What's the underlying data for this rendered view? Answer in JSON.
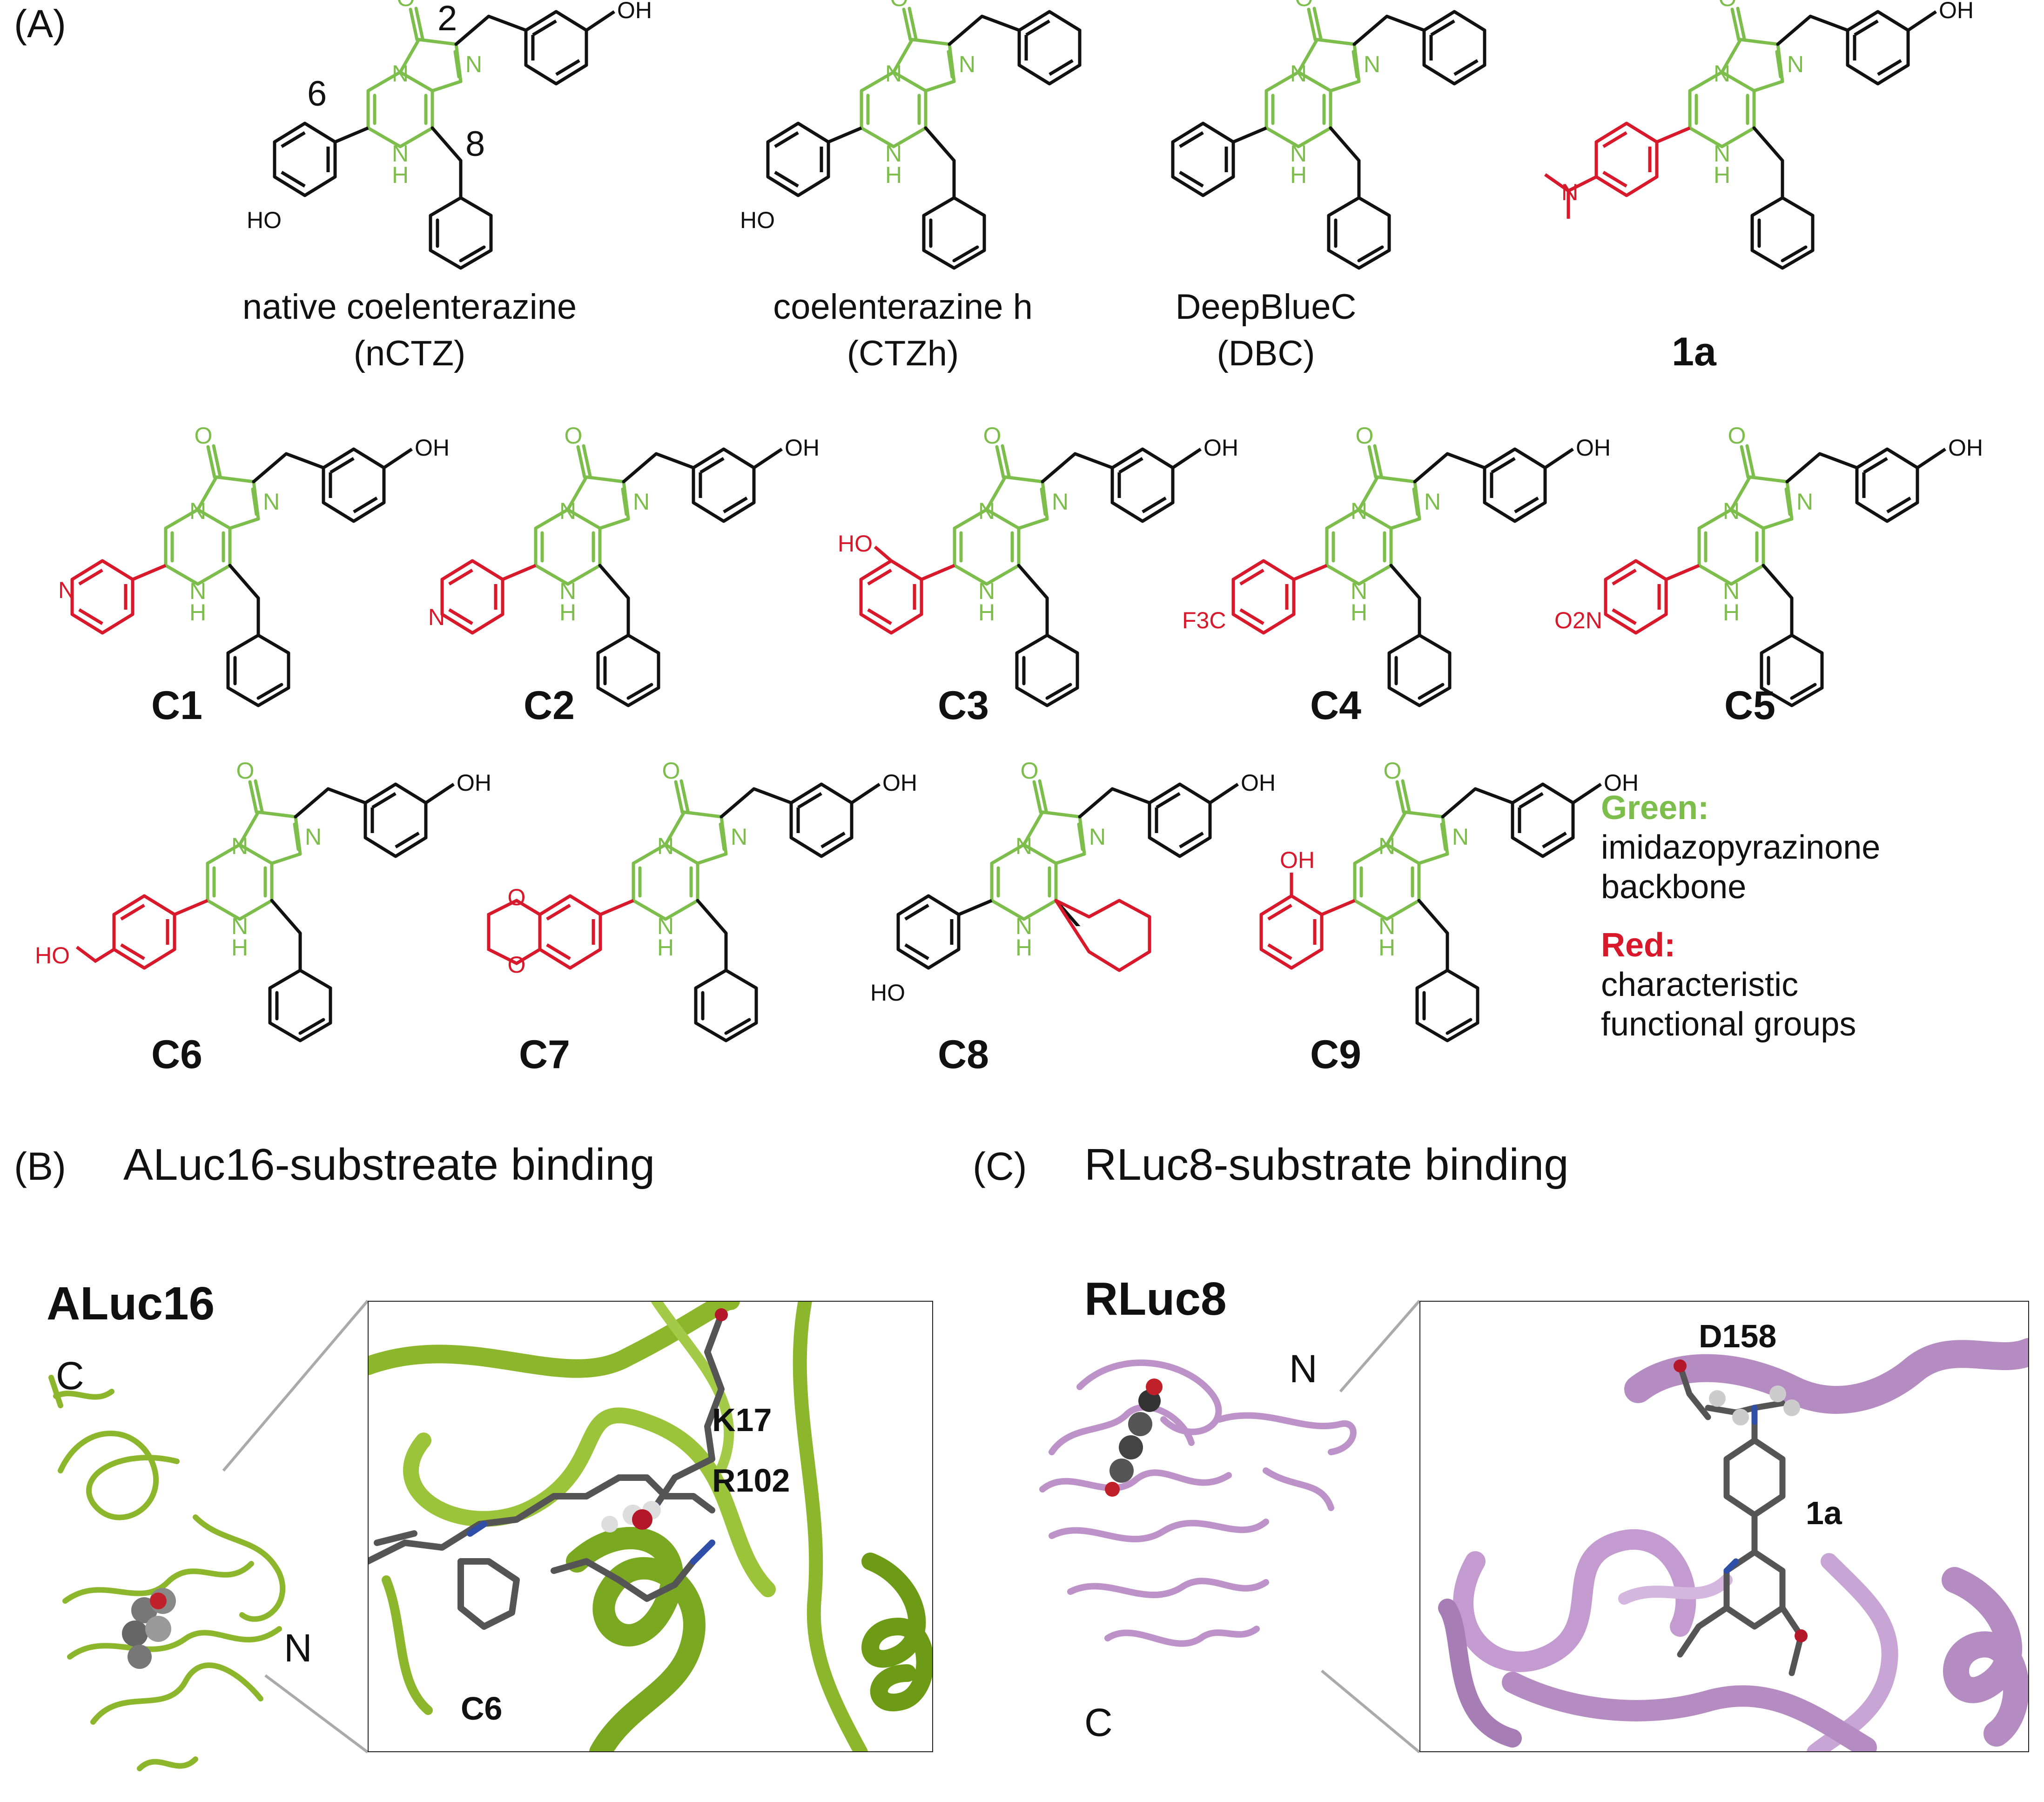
{
  "panel_a": {
    "label": "(A)",
    "position_labels": [
      "2",
      "6",
      "8"
    ],
    "compounds_row1": [
      {
        "name": "native coelenterazine",
        "abbr": "(nCTZ)"
      },
      {
        "name": "coelenterazine h",
        "abbr": "(CTZh)"
      },
      {
        "name": "DeepBlueC",
        "abbr": "(DBC)"
      },
      {
        "name": "",
        "abbr": "1a"
      }
    ],
    "compounds_rows23": [
      "C1",
      "C2",
      "C3",
      "C4",
      "C5",
      "C6",
      "C7",
      "C8",
      "C9"
    ],
    "legend": {
      "green_heading": "Green:",
      "green_text": [
        "imidazopyrazinone",
        "backbone"
      ],
      "red_heading": "Red:",
      "red_text": [
        "characteristic",
        "functional groups"
      ]
    },
    "atoms": {
      "O": "O",
      "N": "N",
      "H": "H",
      "OH": "OH",
      "HO": "HO",
      "CF3": "F3C",
      "NO2": "O2N"
    }
  },
  "panel_b": {
    "label": "(B)",
    "title": "ALuc16-substreate binding",
    "protein": "ALuc16",
    "termini": [
      "C",
      "N"
    ],
    "residues": [
      "K17",
      "R102"
    ],
    "ligand": "C6"
  },
  "panel_c": {
    "label": "(C)",
    "title": "RLuc8-substrate binding",
    "protein": "RLuc8",
    "termini": [
      "N",
      "C"
    ],
    "residues": [
      "D158"
    ],
    "ligand": "1a"
  },
  "colors": {
    "backbone_green": "#7cbd4c",
    "functional_red": "#d7192b",
    "aluc_ribbon": "#8cb72c",
    "rluc_ribbon": "#bd92c9",
    "bond_black": "#111111"
  }
}
